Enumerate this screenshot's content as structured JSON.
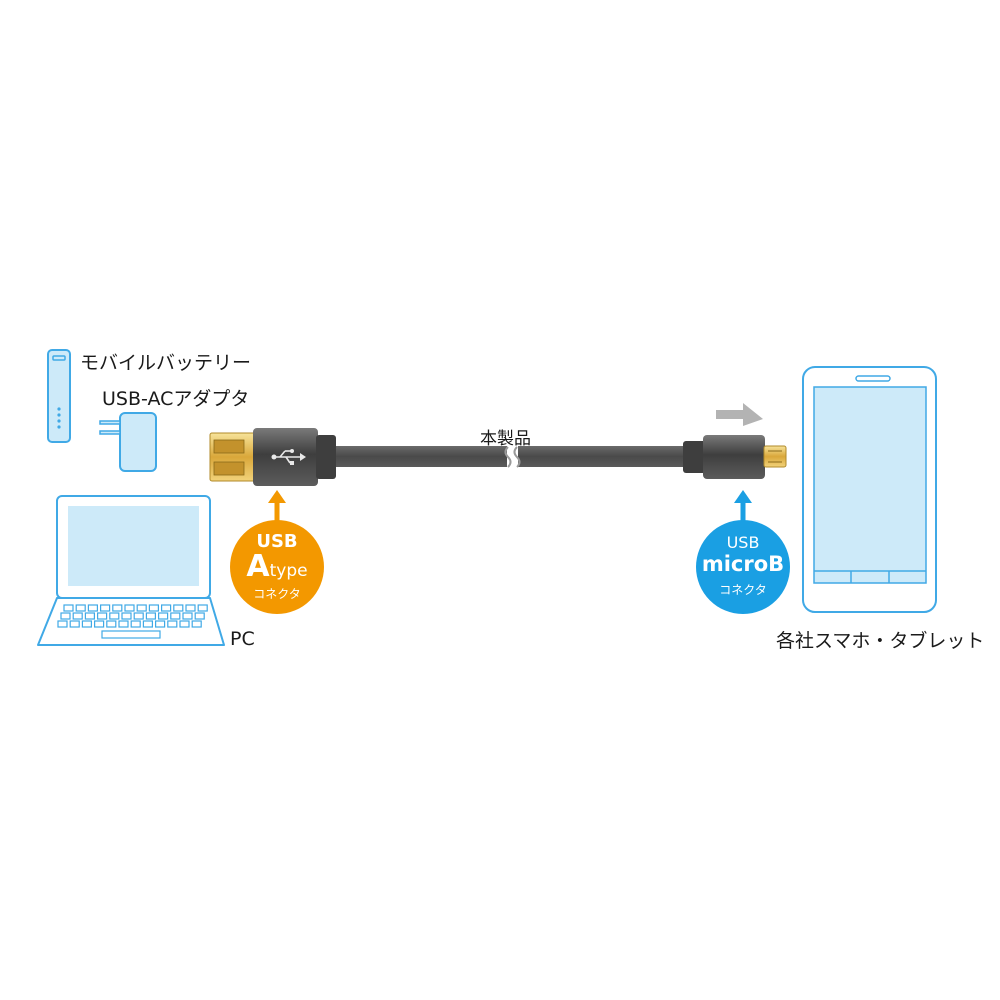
{
  "devices": {
    "mobile_battery_label": "モバイルバッテリー",
    "ac_adapter_label": "USB-ACアダプタ",
    "pc_label": "PC",
    "smartphone_label": "各社スマホ・タブレット"
  },
  "cable": {
    "product_label": "本製品"
  },
  "connector_a": {
    "line1": "USB",
    "big": "A",
    "small": "type",
    "line3": "コネクタ",
    "color": "#f39800"
  },
  "connector_b": {
    "line1": "USB",
    "line2": "microB",
    "line3": "コネクタ",
    "color": "#1a9fe3"
  },
  "colors": {
    "device_outline": "#40a9e6",
    "device_fill": "#cdeaf9",
    "cable": "#555555"
  }
}
